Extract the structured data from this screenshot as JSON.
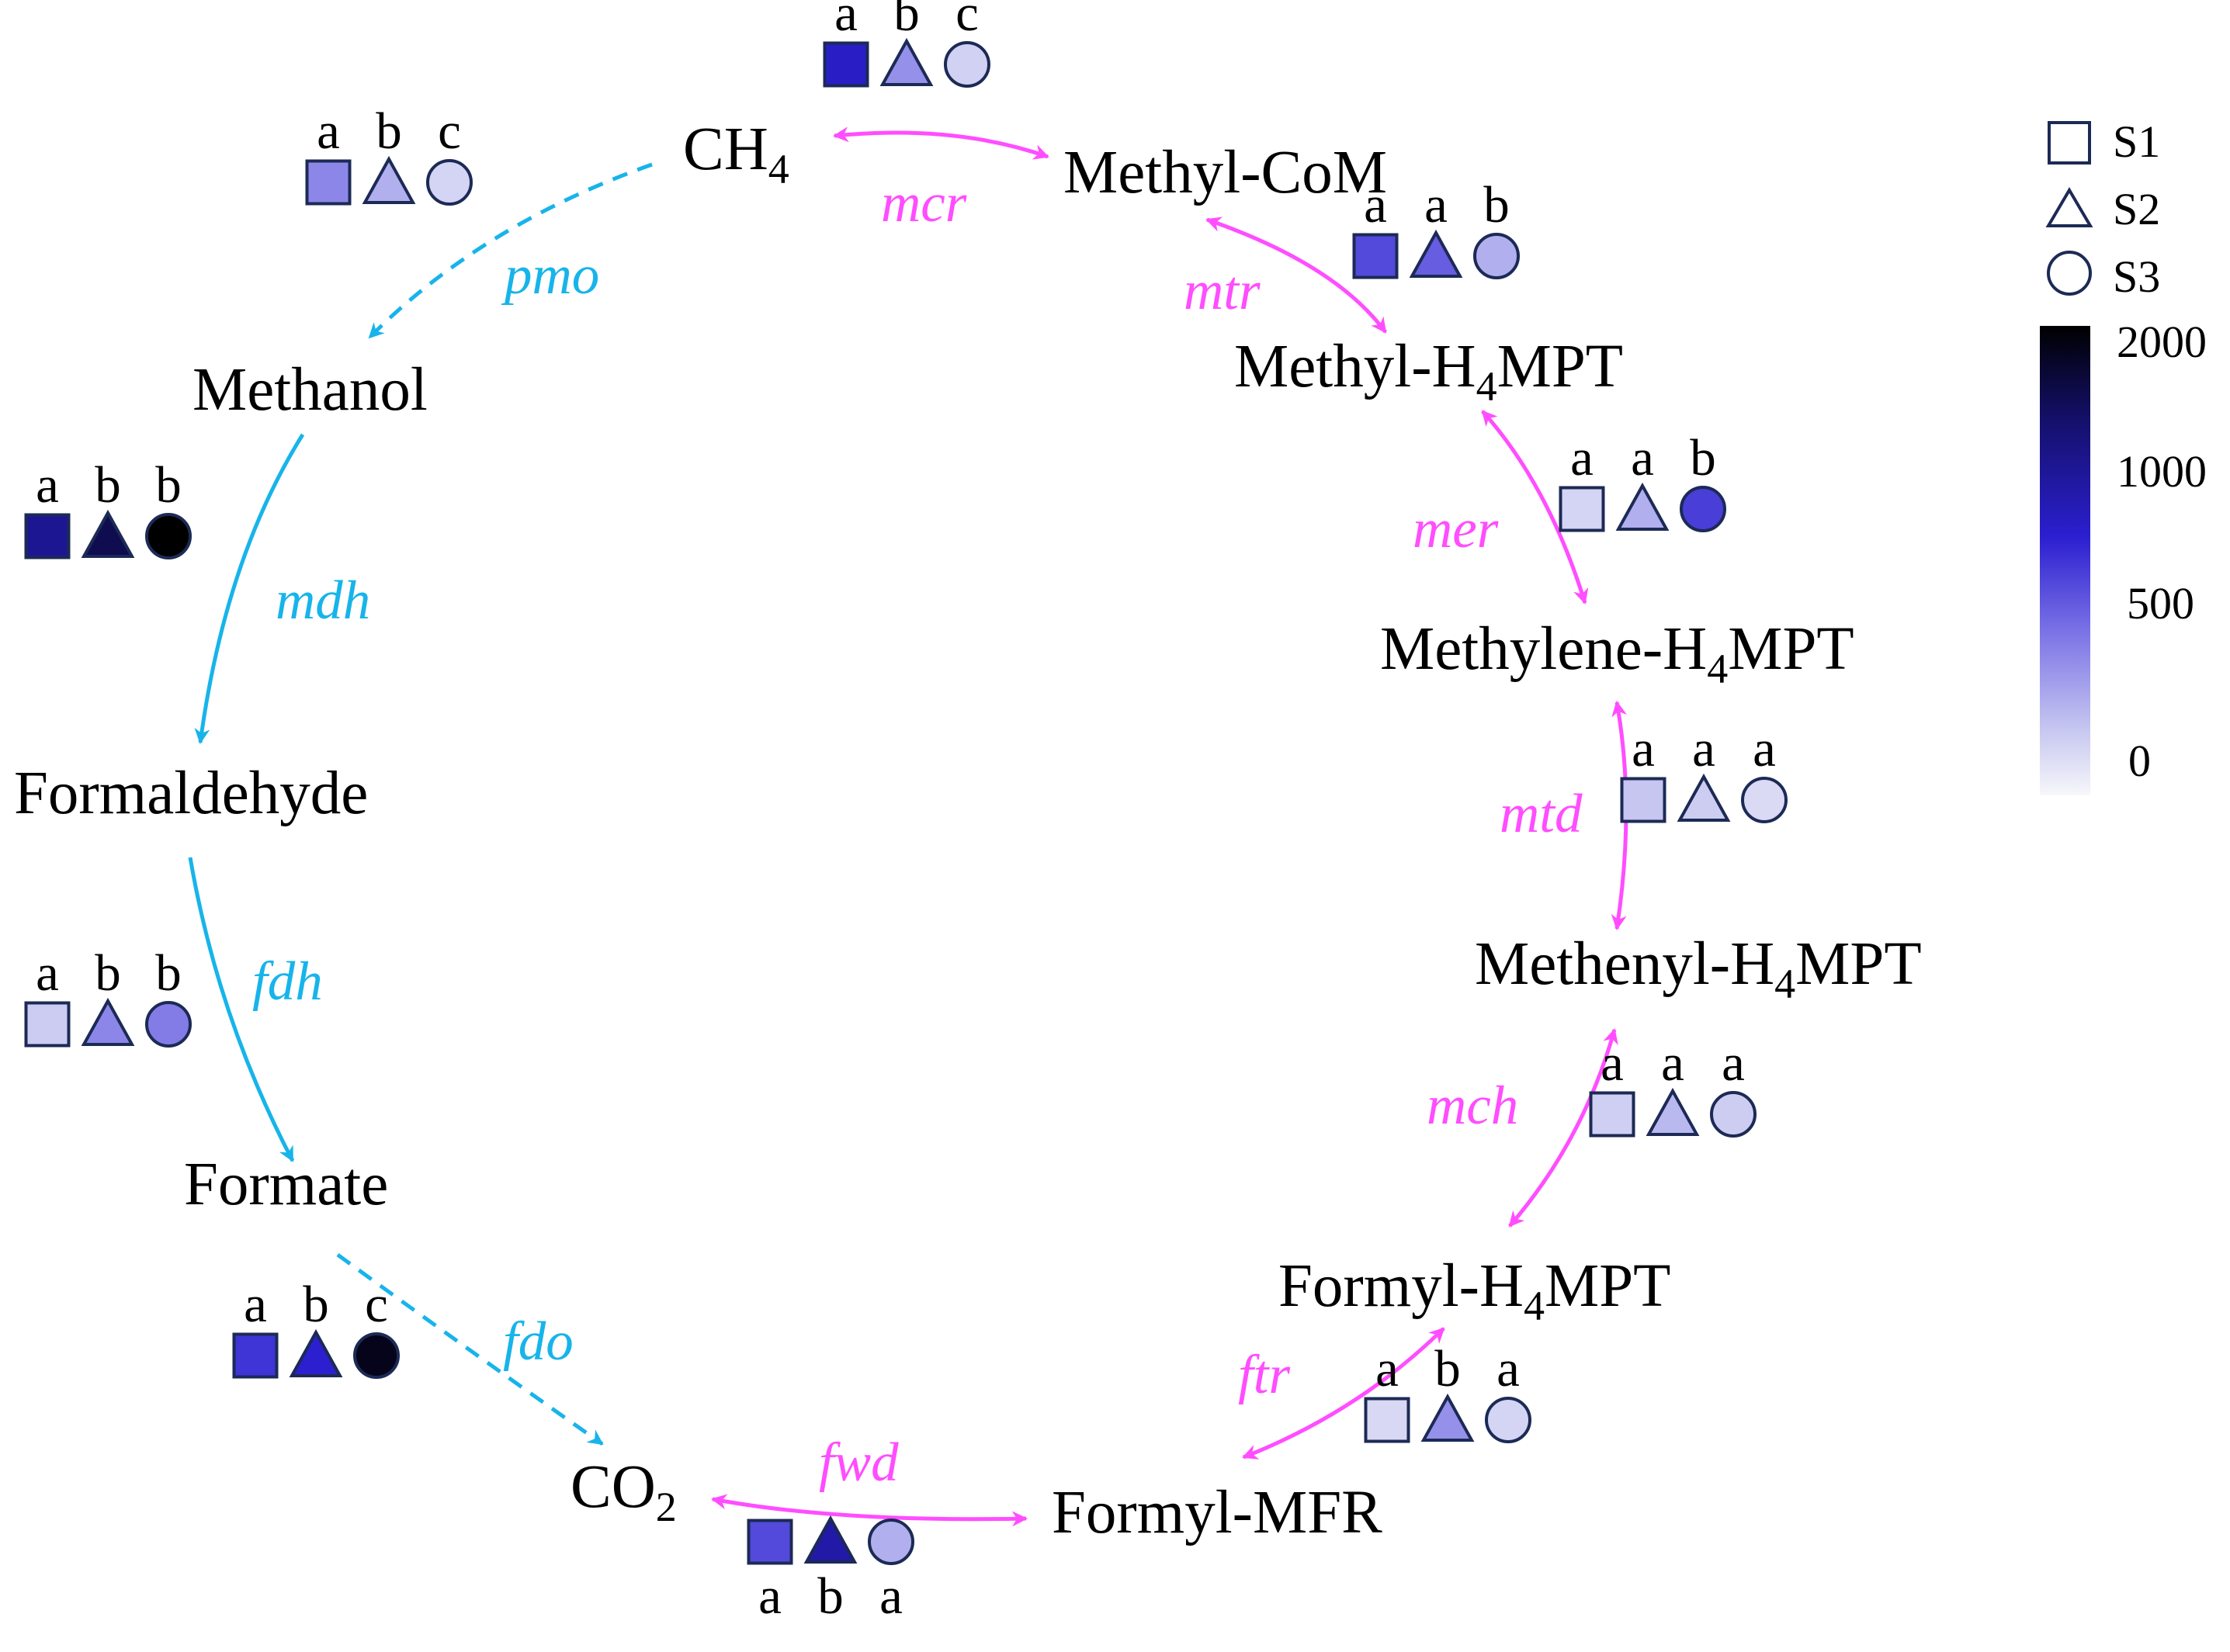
{
  "colors": {
    "pink": "#ff4dff",
    "cyan": "#17b4ea",
    "marker_stroke": "#1c2a55",
    "scale_stops": [
      "#f7f7fb",
      "#c3c3f0",
      "#7a72e6",
      "#2b1fd0",
      "#14106a",
      "#000000"
    ]
  },
  "metabolites": {
    "ch4": {
      "main": "CH",
      "sub": "4",
      "post": ""
    },
    "methyl_com": {
      "main": "Methyl-CoM",
      "sub": "",
      "post": ""
    },
    "methyl_h4mpt": {
      "main": "Methyl-H",
      "sub": "4",
      "post": "MPT"
    },
    "methylene_h4mpt": {
      "main": "Methylene-H",
      "sub": "4",
      "post": "MPT"
    },
    "methenyl_h4mpt": {
      "main": "Methenyl-H",
      "sub": "4",
      "post": "MPT"
    },
    "formyl_h4mpt": {
      "main": "Formyl-H",
      "sub": "4",
      "post": "MPT"
    },
    "formyl_mfr": {
      "main": "Formyl-MFR",
      "sub": "",
      "post": ""
    },
    "co2": {
      "main": "CO",
      "sub": "2",
      "post": ""
    },
    "formate": {
      "main": "Formate",
      "sub": "",
      "post": ""
    },
    "formaldehyde": {
      "main": "Formaldehyde",
      "sub": "",
      "post": ""
    },
    "methanol": {
      "main": "Methanol",
      "sub": "",
      "post": ""
    }
  },
  "enzymes": {
    "mcr": "mcr",
    "mtr": "mtr",
    "mer": "mer",
    "mtd": "mtd",
    "mch": "mch",
    "ftr": "ftr",
    "fwd": "fwd",
    "fdo": "fdo",
    "fdh": "fdh",
    "mdh": "mdh",
    "pmo": "pmo"
  },
  "markers": [
    {
      "enzyme": "mcr",
      "letters": [
        "a",
        "b",
        "c"
      ],
      "values": [
        1150,
        550,
        220
      ]
    },
    {
      "enzyme": "mtr",
      "letters": [
        "a",
        "a",
        "b"
      ],
      "values": [
        900,
        800,
        400
      ]
    },
    {
      "enzyme": "mer",
      "letters": [
        "a",
        "a",
        "b"
      ],
      "values": [
        200,
        400,
        950
      ]
    },
    {
      "enzyme": "mtd",
      "letters": [
        "a",
        "a",
        "a"
      ],
      "values": [
        280,
        240,
        170
      ]
    },
    {
      "enzyme": "mch",
      "letters": [
        "a",
        "a",
        "a"
      ],
      "values": [
        230,
        350,
        240
      ]
    },
    {
      "enzyme": "ftr",
      "letters": [
        "a",
        "b",
        "a"
      ],
      "values": [
        180,
        550,
        200
      ]
    },
    {
      "enzyme": "fwd",
      "letters": [
        "a",
        "b",
        "a"
      ],
      "values": [
        900,
        1300,
        400
      ]
    },
    {
      "enzyme": "fdo",
      "letters": [
        "a",
        "b",
        "c"
      ],
      "values": [
        1000,
        1100,
        1900
      ]
    },
    {
      "enzyme": "fdh",
      "letters": [
        "a",
        "b",
        "b"
      ],
      "values": [
        250,
        600,
        650
      ]
    },
    {
      "enzyme": "mdh",
      "letters": [
        "a",
        "b",
        "b"
      ],
      "values": [
        1400,
        1700,
        2000
      ]
    },
    {
      "enzyme": "pmo",
      "letters": [
        "a",
        "b",
        "c"
      ],
      "values": [
        600,
        400,
        200
      ]
    }
  ],
  "legend": {
    "shapes": [
      {
        "shape": "square",
        "label": "S1"
      },
      {
        "shape": "triangle",
        "label": "S2"
      },
      {
        "shape": "circle",
        "label": "S3"
      }
    ],
    "scale": {
      "min": 0,
      "max": 2000,
      "ticks": [
        "2000",
        "1000",
        "500",
        "0"
      ]
    }
  }
}
